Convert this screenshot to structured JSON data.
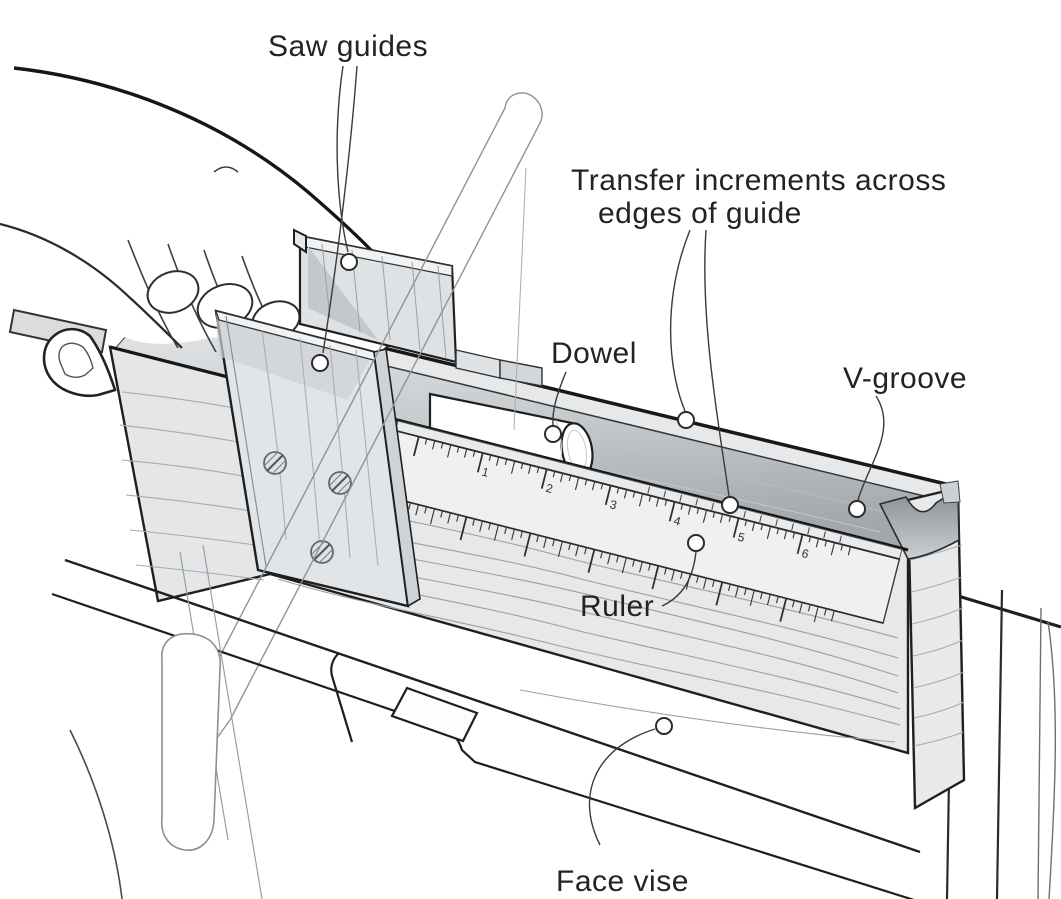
{
  "diagram": {
    "labels": {
      "saw_guides": "Saw guides",
      "transfer_line1": "Transfer increments across",
      "transfer_line2": "edges of guide",
      "dowel": "Dowel",
      "v_groove": "V-groove",
      "ruler": "Ruler",
      "face_vise": "Face vise"
    },
    "ruler_numbers": [
      "1",
      "2",
      "3",
      "4",
      "5",
      "6"
    ],
    "colors": {
      "ink": "#231f20",
      "wood_light": "#e7e9ea",
      "wood_mid": "#d4d7da",
      "shadow": "#aab0b5",
      "grain": "#9aa0a5"
    }
  }
}
